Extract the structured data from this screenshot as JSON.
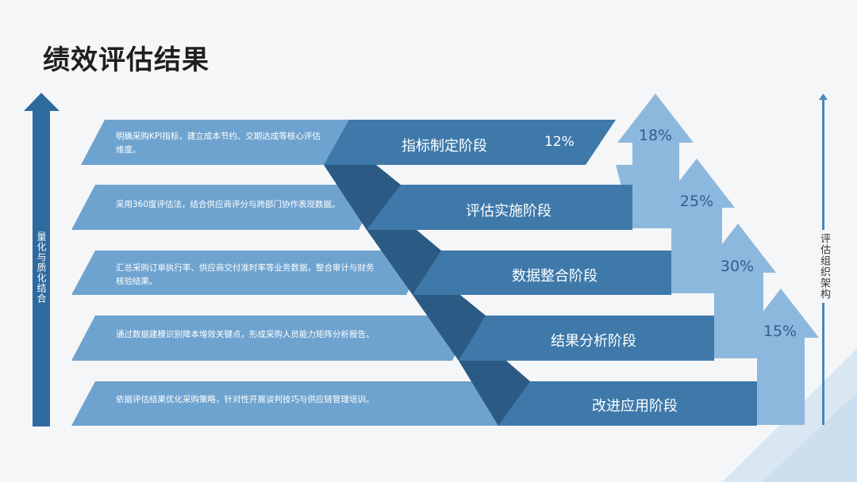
{
  "title": "绩效评估结果",
  "left_axis_label": "量化与质化结合",
  "right_axis_label": "评估组织架构",
  "stages": [
    {
      "name": "指标制定阶段",
      "desc": "明确采购KPI指标，建立成本节约、交期达成等核心评估维度。",
      "percent": "12%"
    },
    {
      "name": "评估实施阶段",
      "desc": "采用360度评估法，结合供应商评分与跨部门协作表现数据。",
      "percent": "18%"
    },
    {
      "name": "数据整合阶段",
      "desc": "汇总采购订单执行率、供应商交付准时率等业务数据，整合审计与财务核验结果。",
      "percent": "25%"
    },
    {
      "name": "结果分析阶段",
      "desc": "通过数据建模识别降本增效关键点，形成采购人员能力矩阵分析报告。",
      "percent": "30%"
    },
    {
      "name": "改进应用阶段",
      "desc": "依据评估结果优化采购策略，针对性开展谈判技巧与供应链管理培训。",
      "percent": "15%"
    }
  ],
  "colors": {
    "light_bar": "#6ea3cf",
    "dark_bar": "#3e79aa",
    "fold": "#2b5b85",
    "arrow": "#8db8dd",
    "axis": "#2f6a9f"
  }
}
